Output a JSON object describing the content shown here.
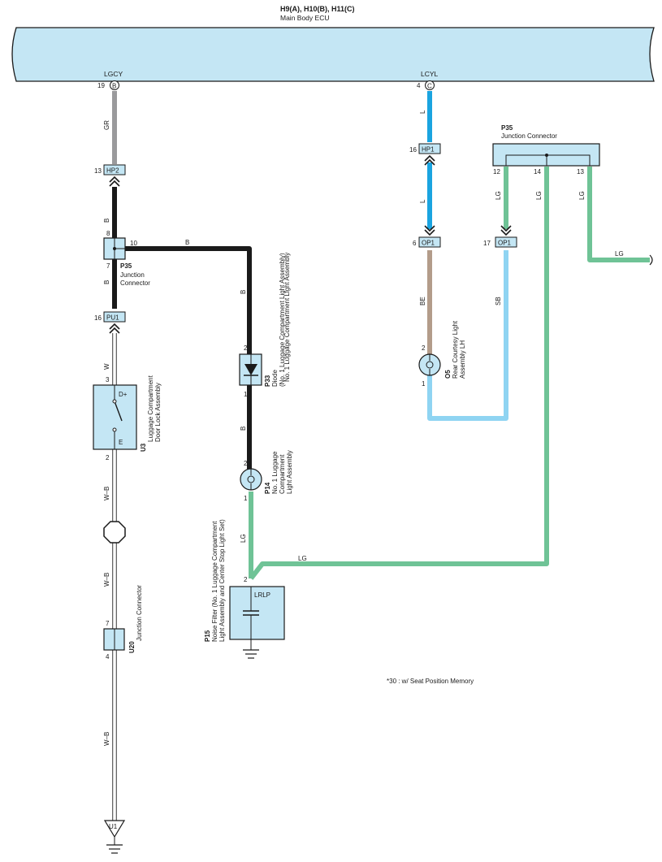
{
  "ecu": {
    "id": "H9(A), H10(B), H11(C)",
    "name": "Main Body ECU",
    "terminal_left": "LGCY",
    "terminal_right": "LCYL",
    "pin_left": "19",
    "pin_left_letter": "B",
    "pin_right": "4",
    "pin_right_letter": "C"
  },
  "connectors": {
    "hp2": {
      "label": "HP2",
      "pin": "13"
    },
    "hp1": {
      "label": "HP1",
      "pin": "16"
    },
    "pu1": {
      "label": "PU1",
      "pin": "16"
    },
    "op1_left": {
      "label": "OP1",
      "pin": "6"
    },
    "op1_right": {
      "label": "OP1",
      "pin": "17"
    }
  },
  "wires": {
    "gr": "GR",
    "b1": "B",
    "b2": "B",
    "b3": "B",
    "b4": "B",
    "b5": "B",
    "w": "W",
    "wb1": "W–B",
    "wb2": "W–B",
    "wb3": "W–B",
    "l1": "L",
    "l2": "L",
    "be": "BE",
    "sb": "SB",
    "lg1": "LG",
    "lg2": "LG",
    "lg3": "LG",
    "lg4": "LG",
    "lg5": "LG",
    "lg6": "LG"
  },
  "p35_left": {
    "id": "P35",
    "name_line1": "Junction",
    "name_line2": "Connector",
    "pin_top": "8",
    "pin_right": "10",
    "pin_bottom": "7"
  },
  "p35_right": {
    "id": "P35",
    "name": "Junction Connector",
    "pin_a": "12",
    "pin_b": "14",
    "pin_c": "13"
  },
  "u3": {
    "id": "U3",
    "name_line1": "Luggage Compartment",
    "name_line2": "Door Lock Assembly",
    "terminal_top": "D+",
    "terminal_bottom": "E",
    "pin_top": "3",
    "pin_bottom": "2"
  },
  "u20": {
    "id": "U20",
    "name": "Junction Connector",
    "pin_top": "7",
    "pin_bottom": "4"
  },
  "u1": {
    "label": "U1"
  },
  "p33": {
    "id": "P33",
    "name_line1": "Diode",
    "name_line2": "(No. 1 Luggage Compartment Light Assembly)",
    "pin_top": "2",
    "pin_bottom": "1"
  },
  "p14": {
    "id": "P14",
    "name_line1": "No. 1 Luggage",
    "name_line2": "Compartment",
    "name_line3": "Light Assembly",
    "pin_top": "2",
    "pin_bottom": "1"
  },
  "p15": {
    "id": "P15",
    "name_line1": "Noise Filter (No. 1 Luggage Compartment",
    "name_line2": "Light Assembly and Center Stop Light Set)",
    "terminal": "LRLP",
    "pin": "2"
  },
  "o5": {
    "id": "O5",
    "name_line1": "Rear Courtesy Light",
    "name_line2": "Assembly LH",
    "pin_top": "2",
    "pin_bottom": "1"
  },
  "vertical_label_b": "No. 1 Luggage Compartment Light Assembly",
  "note": "*30 : w/ Seat Position Memory",
  "colors": {
    "black": "#1a1a1a",
    "gray": "#9a9a9c",
    "white_wire": "#ffffff",
    "blue": "#1aa4e0",
    "light_blue": "#8fd4f2",
    "beige": "#b39c8a",
    "light_green": "#6fc396",
    "box_fill": "#c4e6f4"
  }
}
